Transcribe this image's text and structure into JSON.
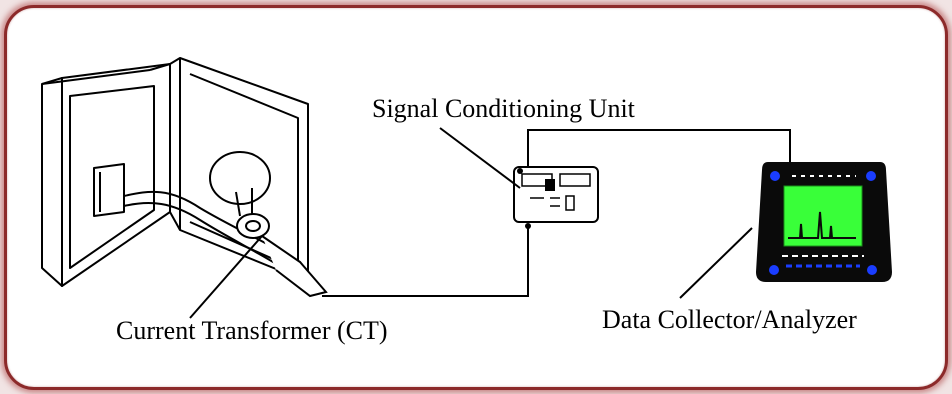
{
  "labels": {
    "signal_conditioning_unit": "Signal Conditioning Unit",
    "current_transformer": "Current Transformer (CT)",
    "data_collector": "Data Collector/Analyzer"
  },
  "colors": {
    "frame_border": "#8c2a2a",
    "screen_green": "#39ff39",
    "device_body": "#0a0a0a",
    "button_blue": "#1a3dff"
  },
  "icons": [
    "electrical-panel-icon",
    "current-transformer-icon",
    "signal-unit-icon",
    "analyzer-device-icon"
  ]
}
